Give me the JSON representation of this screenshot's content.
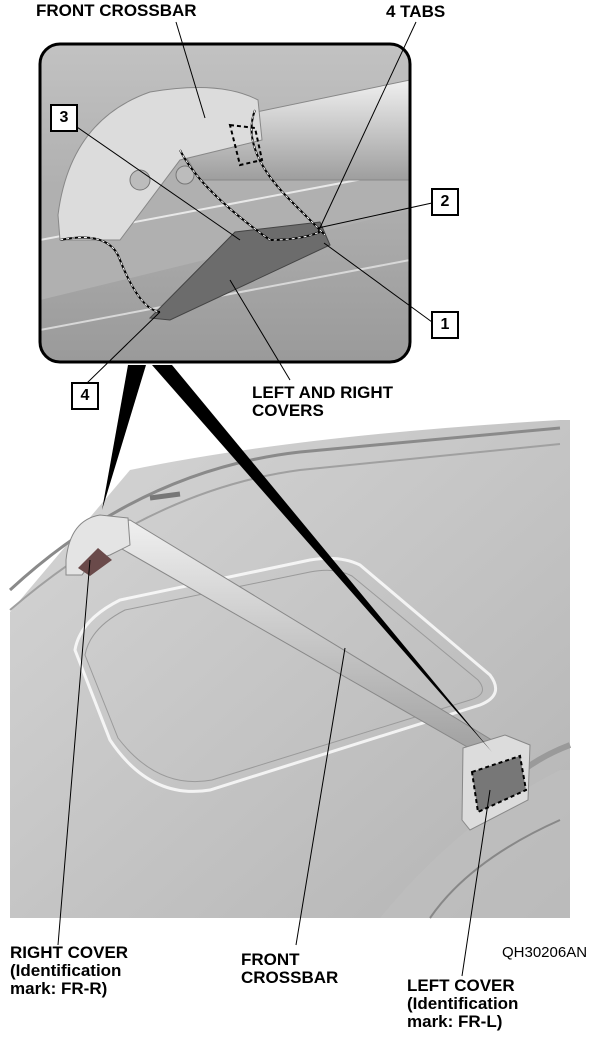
{
  "labels": {
    "front_crossbar_top": "FRONT CROSSBAR",
    "four_tabs": "4 TABS",
    "left_right_covers": "LEFT AND RIGHT\nCOVERS",
    "right_cover": "RIGHT COVER\n(Identification\nmark: FR-R)",
    "front_crossbar_bottom": "FRONT\nCROSSBAR",
    "left_cover": "LEFT COVER\n(Identification\nmark: FR-L)",
    "figure_code": "QH30206AN"
  },
  "callouts": {
    "n1": "1",
    "n2": "2",
    "n3": "3",
    "n4": "4"
  },
  "colors": {
    "roof": "#c9c9c9",
    "roof_dark": "#a9a9a9",
    "bar": "#dcdcdc",
    "cover": "#666666",
    "stroke": "#000000"
  }
}
